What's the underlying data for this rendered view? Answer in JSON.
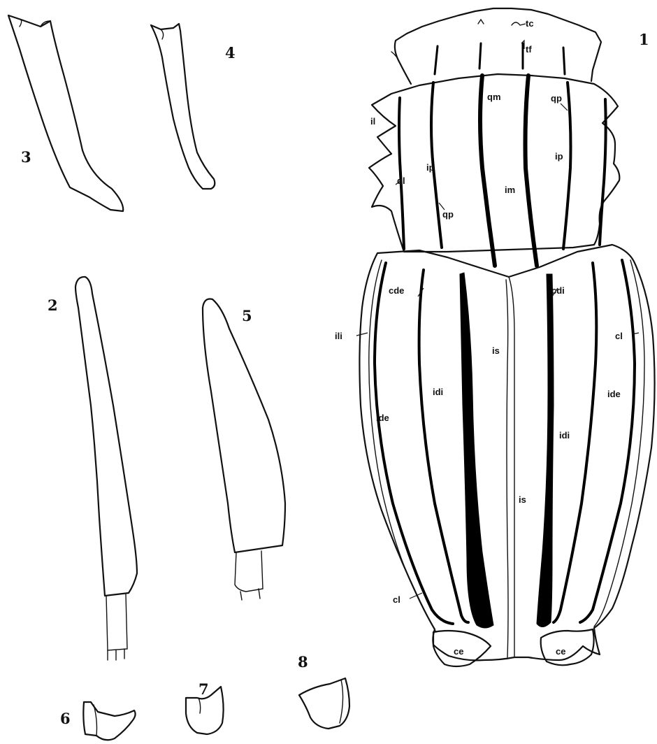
{
  "figure_numbers": {
    "f1": "1",
    "f2": "2",
    "f3": "3",
    "f4": "4",
    "f5": "5",
    "f6": "6",
    "f7": "7",
    "f8": "8"
  },
  "labels": {
    "tc": "tc",
    "tf": "tf",
    "qm": "qm",
    "qp_top": "qp",
    "qp_left": "qp",
    "il": "il",
    "ql": "ql",
    "ip_left": "ip",
    "ip_right": "ip",
    "im": "im",
    "cde": "cde",
    "cdi": "cdi",
    "ili": "ili",
    "cl_right": "cl",
    "cl_left": "cl",
    "is_upper": "is",
    "is_lower": "is",
    "idi_left": "idi",
    "idi_right": "idi",
    "ide_left": "ide",
    "ide_right": "ide",
    "ce_left": "ce",
    "ce_right": "ce"
  },
  "colors": {
    "ink": "#111111",
    "paper": "#ffffff"
  }
}
